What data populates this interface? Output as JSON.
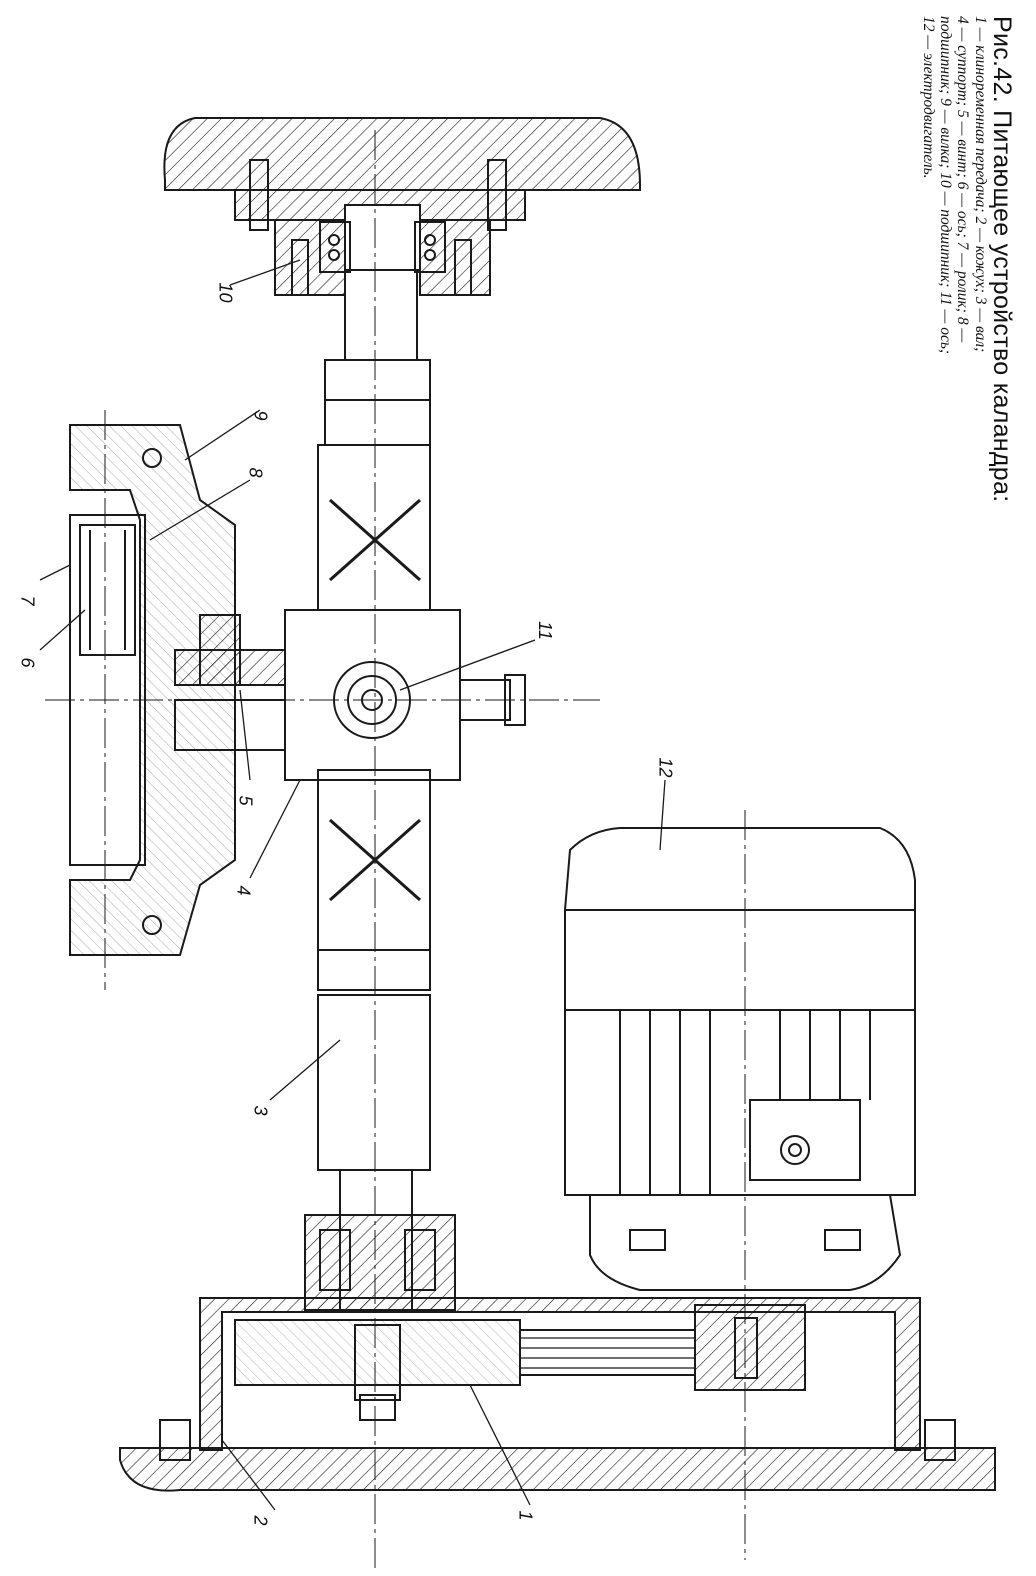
{
  "caption": {
    "title": "Рис.42. Питающее устройство каландра:",
    "lines": [
      "1 — клиноременная передача; 2 — кожух; 3 — вал;",
      "4 — суппорт; 5 — винт; 6 — ось; 7 — ролик; 8 —",
      "подшипник; 9 — вилка; 10 — подшипник; 11 — ось;",
      "12 — электродвигатель."
    ]
  },
  "parts": [
    {
      "id": "1",
      "label": "1"
    },
    {
      "id": "2",
      "label": "2"
    },
    {
      "id": "3",
      "label": "3"
    },
    {
      "id": "4",
      "label": "4"
    },
    {
      "id": "5",
      "label": "5"
    },
    {
      "id": "6",
      "label": "6"
    },
    {
      "id": "7",
      "label": "7"
    },
    {
      "id": "8",
      "label": "8"
    },
    {
      "id": "9",
      "label": "9"
    },
    {
      "id": "10",
      "label": "10"
    },
    {
      "id": "11",
      "label": "11"
    },
    {
      "id": "12",
      "label": "12"
    }
  ],
  "colors": {
    "ink": "#1a1a1a",
    "paper": "#ffffff"
  }
}
